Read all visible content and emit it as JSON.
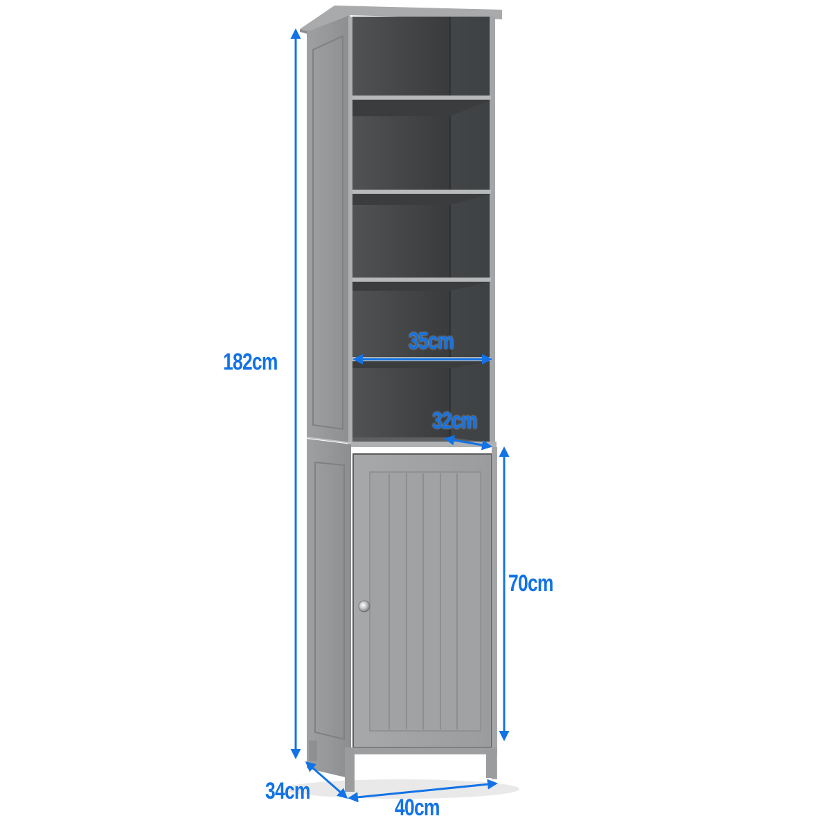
{
  "product": {
    "description": "Tall grey bathroom storage cabinet with open shelves and single bottom door",
    "colors": {
      "body": "#9a9c9e",
      "body_light": "#b3b5b7",
      "interior": "#4a4c4e",
      "interior_dark": "#36383a",
      "annotation_blue": "#1273e6",
      "background": "#ffffff"
    }
  },
  "dimensions": {
    "height_total": "182cm",
    "shelf_width": "35cm",
    "shelf_depth": "32cm",
    "lower_cabinet_height": "70cm",
    "depth": "34cm",
    "width": "40cm"
  }
}
